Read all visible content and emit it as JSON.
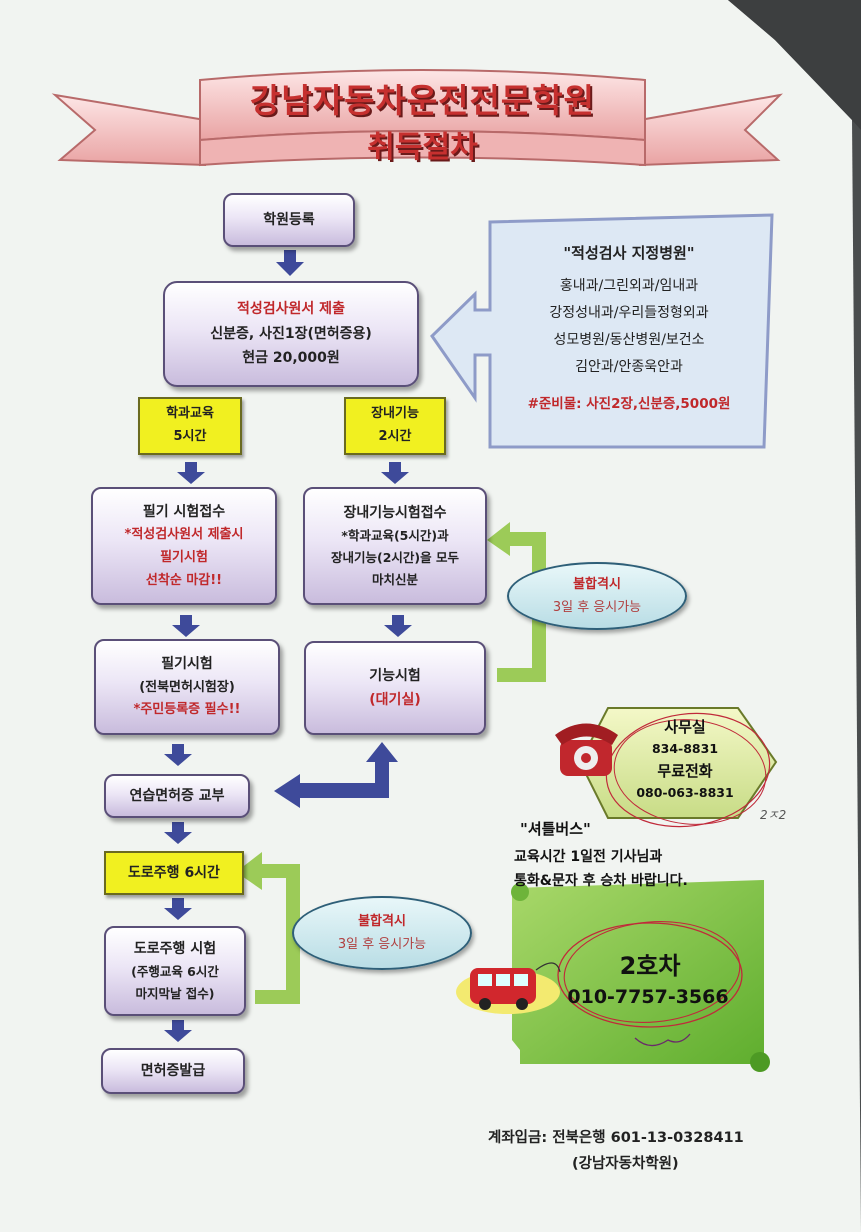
{
  "title": {
    "line1": "강남자동차운전전문학원",
    "line2": "취득절차"
  },
  "steps": {
    "register": "학원등록",
    "aptitude": {
      "line1": "적성검사원서 제출",
      "line2": "신분증, 사진1장(면허증용)",
      "line3": "현금 20,000원"
    },
    "class_edu": {
      "line1": "학과교육",
      "line2": "5시간"
    },
    "course_skill": {
      "line1": "장내기능",
      "line2": "2시간"
    },
    "written_apply": {
      "line1": "필기 시험접수",
      "line2": "*적성검사원서 제출시",
      "line3": "필기시험",
      "line4": "선착순 마감!!"
    },
    "skill_apply": {
      "line1": "장내기능시험접수",
      "line2": "*학과교육(5시간)과",
      "line3": "장내기능(2시간)을 모두",
      "line4": "마치신분"
    },
    "written_test": {
      "line1": "필기시험",
      "line2": "(전북면허시험장)",
      "line3": "*주민등록증 필수!!"
    },
    "skill_test": {
      "line1": "기능시험",
      "line2": "(대기실)"
    },
    "learner_permit": "연습면허증 교부",
    "road_driving": "도로주행 6시간",
    "road_test": {
      "line1": "도로주행 시험",
      "line2": "(주행교육 6시간",
      "line3": "마지막날 접수)"
    },
    "license_issue": "면허증발급"
  },
  "fail_notes": [
    {
      "title": "불합격시",
      "text": "3일 후 응시가능"
    },
    {
      "title": "불합격시",
      "text": "3일 후 응시가능"
    }
  ],
  "hospitals": {
    "title": "\"적성검사 지정병원\"",
    "lines": [
      "홍내과/그린외과/임내과",
      "강정성내과/우리들정형외과",
      "성모병원/동산병원/보건소",
      "김안과/안종욱안과"
    ],
    "prep": "#준비물: 사진2장,신분증,5000원"
  },
  "office": {
    "label": "사무실",
    "phone": "834-8831",
    "free_label": "무료전화",
    "free_phone": "080-063-8831",
    "scribble": "2ㅈ2"
  },
  "shuttle": {
    "title": "\"셔틀버스\"",
    "line1": "교육시간 1일전 기사님과",
    "line2": "통화&문자 후 승차 바랍니다.",
    "car": "2호차",
    "phone": "010-7757-3566"
  },
  "bank": {
    "line1": "계좌입금: 전북은행 601-13-0328411",
    "line2": "(강남자동차학원)"
  },
  "colors": {
    "arrow": "#3e4a9a",
    "green": "#8fc850",
    "red_text": "#c0282b",
    "yellow": "#f1f020",
    "banner": "#f2c4c4"
  }
}
